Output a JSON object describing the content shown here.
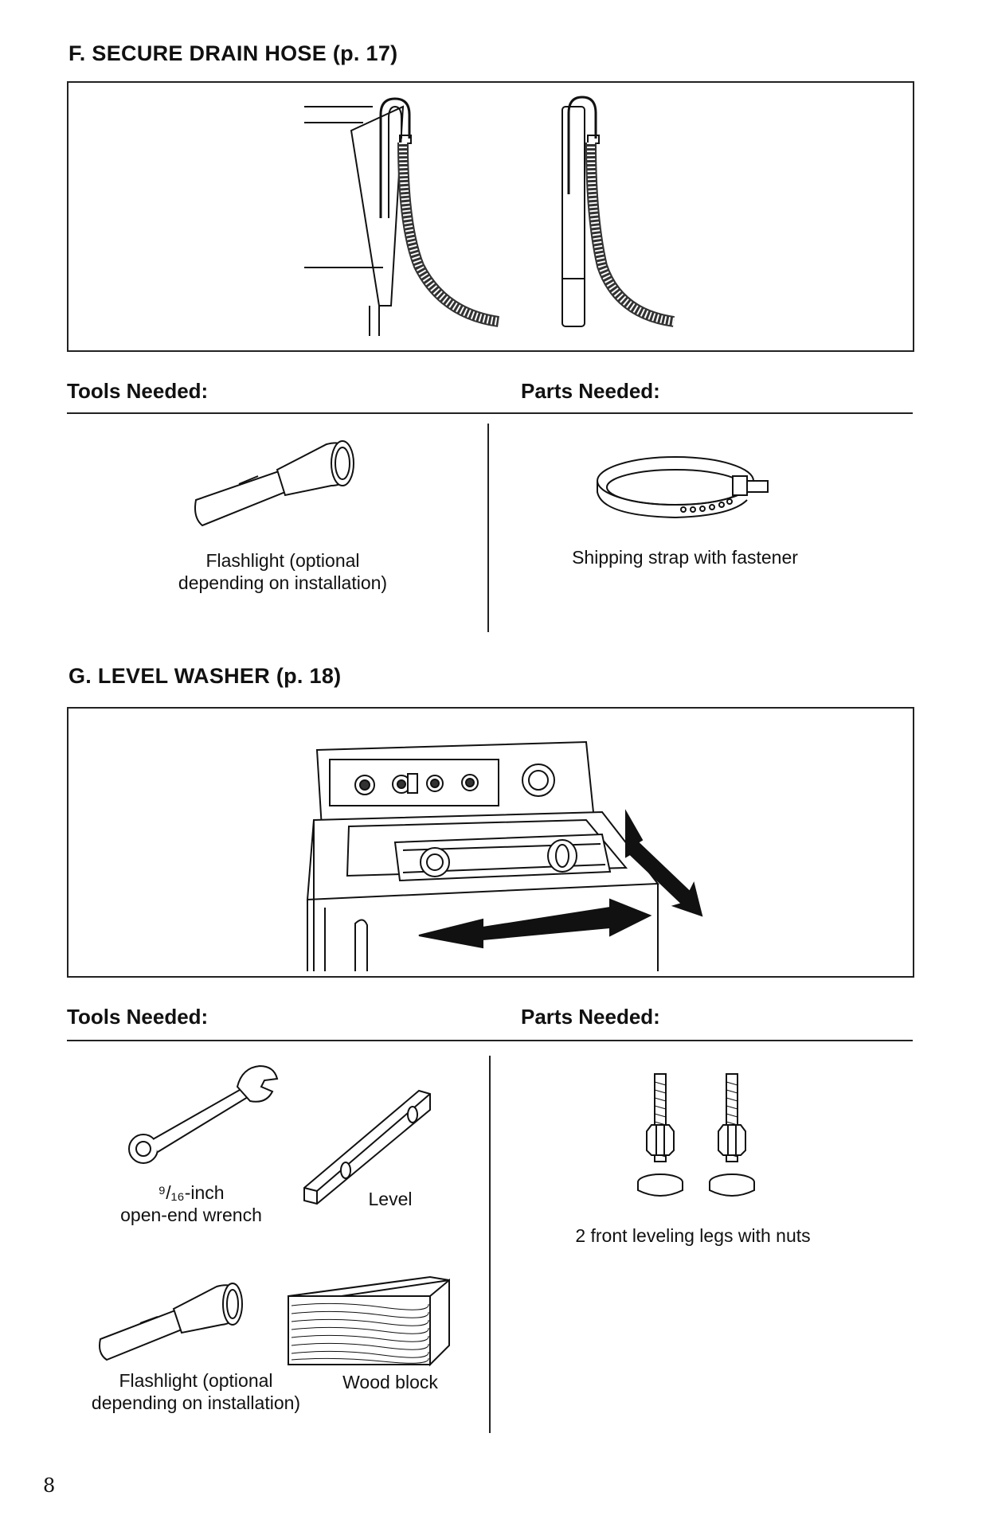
{
  "section_f": {
    "title": "F. SECURE DRAIN HOSE (p. 17)",
    "tools_heading": "Tools Needed:",
    "parts_heading": "Parts Needed:",
    "tool_caption_line1": "Flashlight (optional",
    "tool_caption_line2": "depending on installation)",
    "part_caption": "Shipping strap with fastener"
  },
  "section_g": {
    "title": "G. LEVEL WASHER (p. 18)",
    "tools_heading": "Tools Needed:",
    "parts_heading": "Parts Needed:",
    "wrench_caption_line1": "⁹/₁₆-inch",
    "wrench_caption_line2": "open-end wrench",
    "level_caption": "Level",
    "flashlight_caption_line1": "Flashlight (optional",
    "flashlight_caption_line2": "depending on installation)",
    "wood_caption": "Wood block",
    "part_caption": "2 front leveling legs with nuts"
  },
  "page_number": "8"
}
